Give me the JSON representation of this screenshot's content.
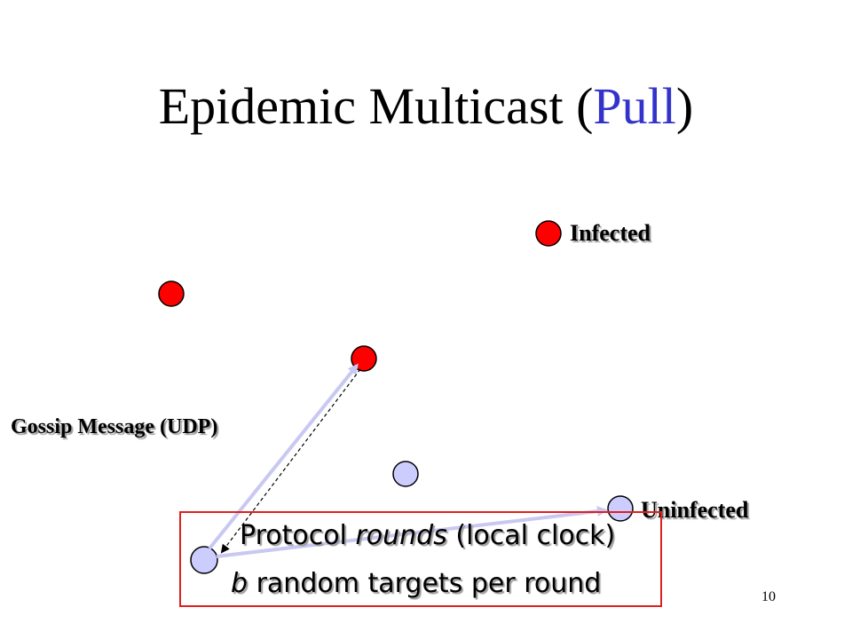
{
  "title": {
    "main": "Epidemic Multicast (",
    "highlight": "Pull",
    "close": ")"
  },
  "legend": {
    "infected": "Infected",
    "uninfected": "Uninfected"
  },
  "labels": {
    "gossip": "Gossip Message (UDP)"
  },
  "box": {
    "line1_pre": "Protocol ",
    "line1_em": "rounds",
    "line1_post": " (local clock)",
    "line2_em": "b",
    "line2_post": " random targets per round"
  },
  "page_number": "10",
  "colors": {
    "infected": "#ff0000",
    "uninfected": "#ccccff",
    "arrow": "#c8c8f2",
    "box_border": "#e02020",
    "title_accent": "#3333cc"
  }
}
